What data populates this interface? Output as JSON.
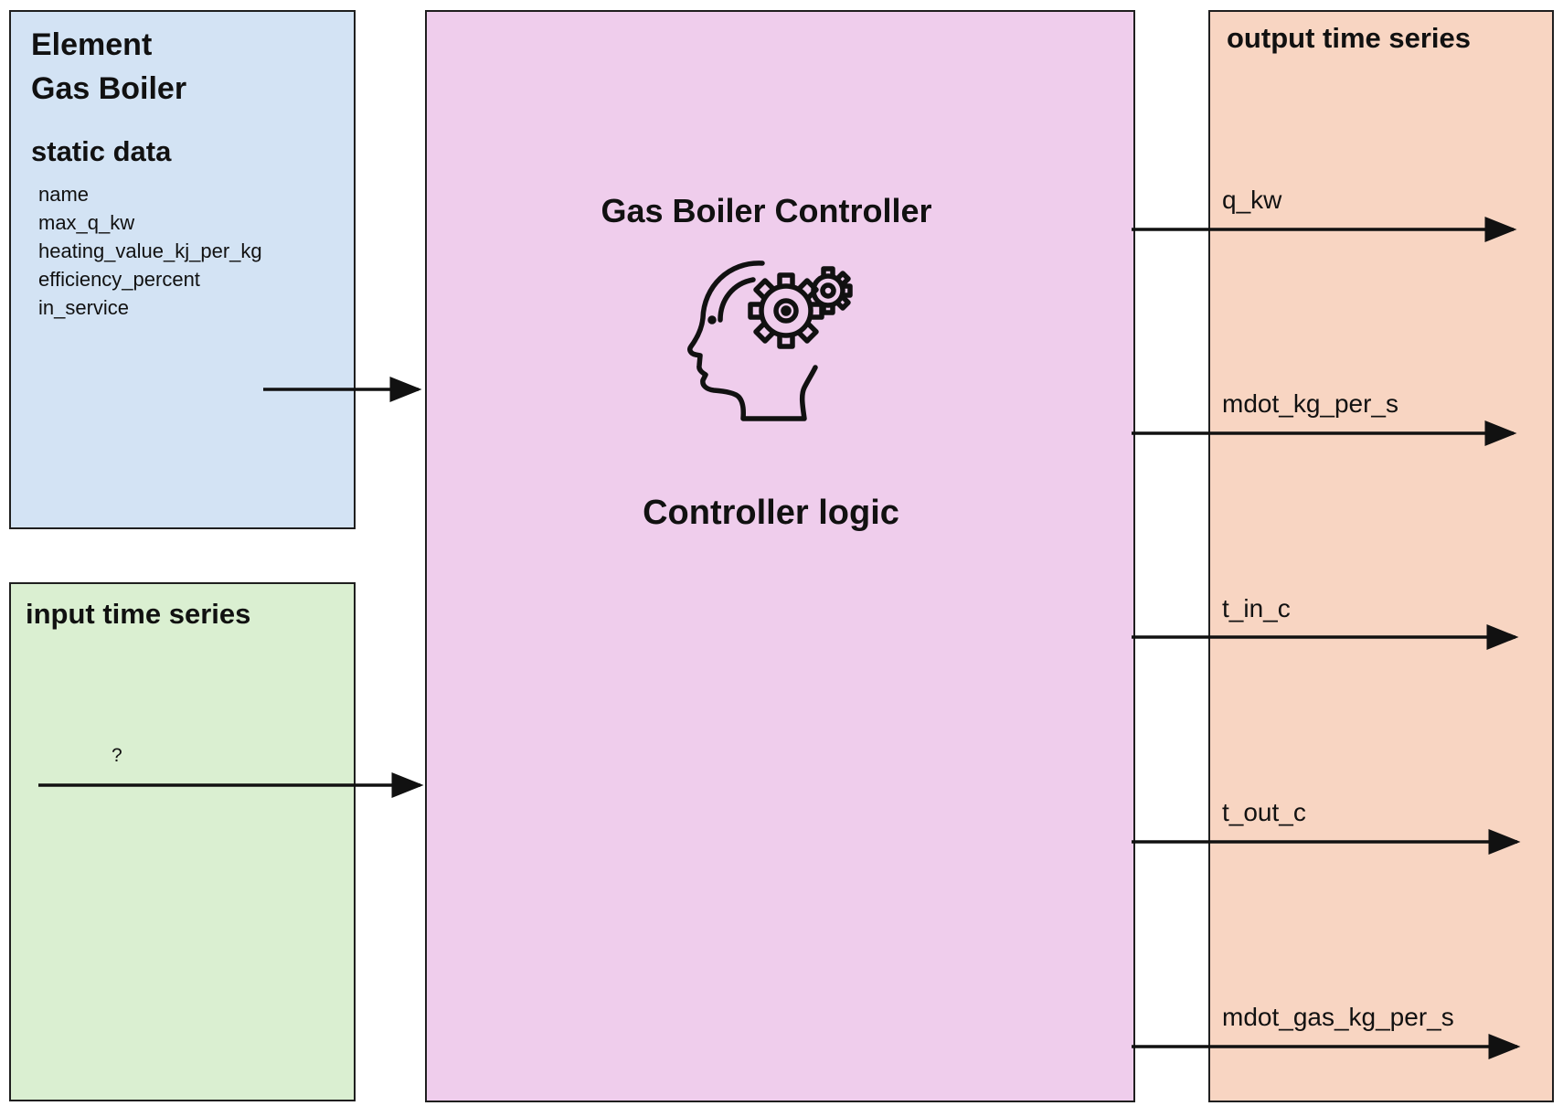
{
  "element": {
    "title_line1": "Element",
    "title_line2": "Gas Boiler",
    "static_heading": "static data",
    "fields": [
      "name",
      "max_q_kw",
      "heating_value_kj_per_kg",
      "efficiency_percent",
      "in_service"
    ]
  },
  "input": {
    "heading": "input time series",
    "signal_label": "?"
  },
  "controller": {
    "title": "Gas Boiler Controller",
    "icon": "brain-gear-icon",
    "logic_label": "Controller logic"
  },
  "output": {
    "heading": "output time series",
    "signals": [
      "q_kw",
      "mdot_kg_per_s",
      "t_in_c",
      "t_out_c",
      "mdot_gas_kg_per_s"
    ]
  },
  "colors": {
    "static_box": "#d3e3f4",
    "input_box": "#daefd1",
    "controller_box": "#efcdec",
    "output_box": "#f8d5c2"
  }
}
